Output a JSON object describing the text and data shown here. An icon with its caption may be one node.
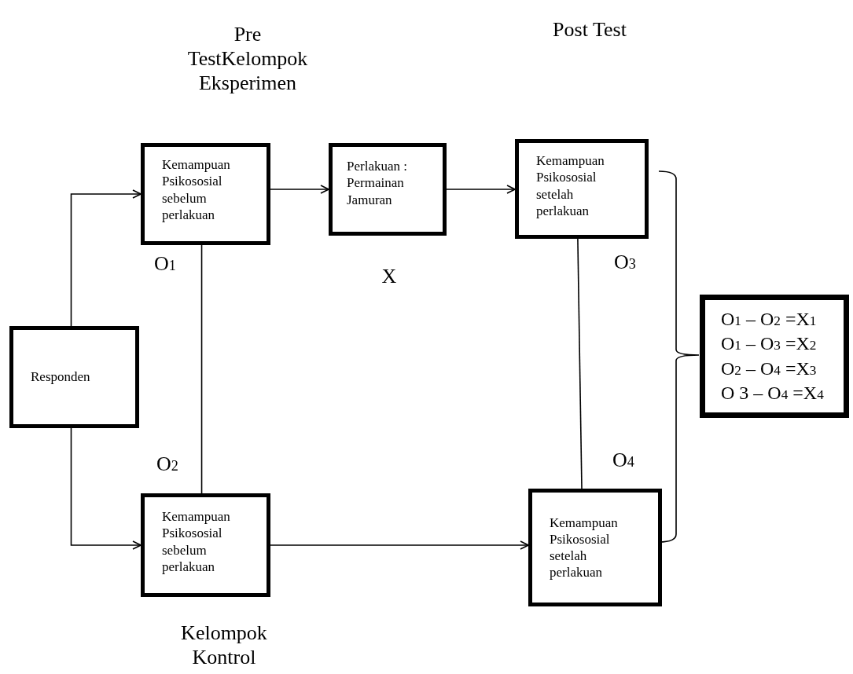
{
  "diagram": {
    "nodes": [
      {
        "text": [
          "Responden"
        ]
      },
      {
        "text": [
          "Kemampuan Psikososial sebelum perlakuan"
        ]
      },
      {
        "text": [
          "Perlakuan : Permainan Jamuran"
        ]
      },
      {
        "text": [
          "Kemampuan Psikososial setelah perlakuan"
        ]
      },
      {
        "text": [
          "Kemampuan Psikososial sebelum perlakuan"
        ]
      },
      {
        "text": [
          "Kemampuan Psikososial setelah perlakuan"
        ]
      },
      {
        "text": [
          "O$_{1}$ – O$_{2}$ =X$_{1}$",
          "O$_{1}$ – O$_{3}$ =X$_{2}$",
          "O$_{2}$ – O$_{4}$ =X$_{3}$",
          "O 3 – O$_{4}$ =X$_{4}$"
        ]
      }
    ],
    "edges": [
      {
        "from": 0,
        "to": 1,
        "arrow": "to"
      },
      {
        "from": 0,
        "to": 4,
        "arrow": "to"
      },
      {
        "from": 1,
        "to": 2,
        "arrow": "to"
      },
      {
        "from": 2,
        "to": 3,
        "arrow": "to"
      },
      {
        "from": 4,
        "to": 5,
        "arrow": "to"
      },
      {
        "from": 1,
        "to": 4,
        "arrow": "none"
      },
      {
        "from": 3,
        "to": 5,
        "arrow": "none"
      }
    ],
    "labels": [
      "Pre TestKelompok Eksperimen",
      "Post Test",
      "O$_{1}$",
      "X",
      "O$_{3}$",
      "O$_{2}$",
      "O$_{4}$",
      "Kelompok Kontrol"
    ]
  }
}
